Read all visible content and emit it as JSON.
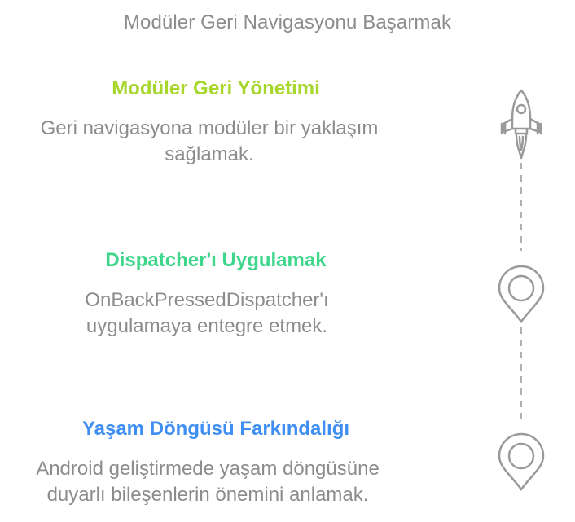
{
  "title": "Modüler Geri Navigasyonu Başarmak",
  "steps": [
    {
      "title": "Modüler Geri Yönetimi",
      "description": "Geri navigasyona modüler bir yaklaşım sağlamak.",
      "color": "#a7d62c",
      "icon": "rocket-icon"
    },
    {
      "title": "Dispatcher'ı Uygulamak",
      "description": "OnBackPressedDispatcher'ı uygulamaya entegre etmek.",
      "color": "#3ed68b",
      "icon": "map-pin-icon"
    },
    {
      "title": "Yaşam Döngüsü Farkındalığı",
      "description": "Android geliştirmede yaşam döngüsüne duyarlı bileşenlerin önemini anlamak.",
      "color": "#3f8ef2",
      "icon": "map-pin-icon"
    }
  ],
  "colors": {
    "muted_text": "#8c8c8c",
    "icon_stroke": "#9a9a9a",
    "connector": "#b0b0b0"
  }
}
